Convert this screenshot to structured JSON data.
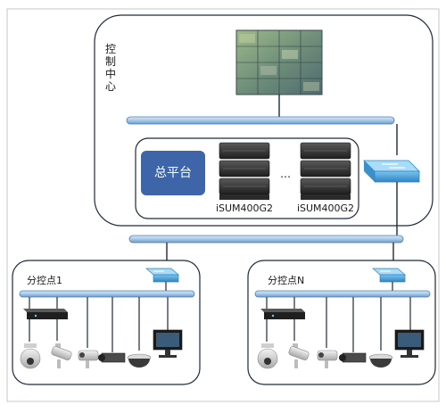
{
  "control_center": {
    "label": "控制中心",
    "platform_label": "总平台",
    "servers": [
      {
        "label": "iSUM400G2"
      },
      {
        "label": "iSUM400G2"
      }
    ],
    "ellipsis": "…"
  },
  "branches": [
    {
      "label": "分控点1"
    },
    {
      "label": "分控点N"
    }
  ],
  "colors": {
    "network_bus": "#9fc3e3",
    "bus_stroke": "#4a7db3",
    "platform_box": "#3d65a8",
    "frame_stroke": "#1e2a3a",
    "switch": "#4aa0d8"
  },
  "device_icons": [
    "dvr-icon",
    "speed-dome-camera-icon",
    "bullet-camera-icon",
    "box-camera-icon",
    "dome-camera-icon",
    "monitor-icon",
    "network-switch-icon",
    "server-rack-icon",
    "video-wall-icon"
  ]
}
